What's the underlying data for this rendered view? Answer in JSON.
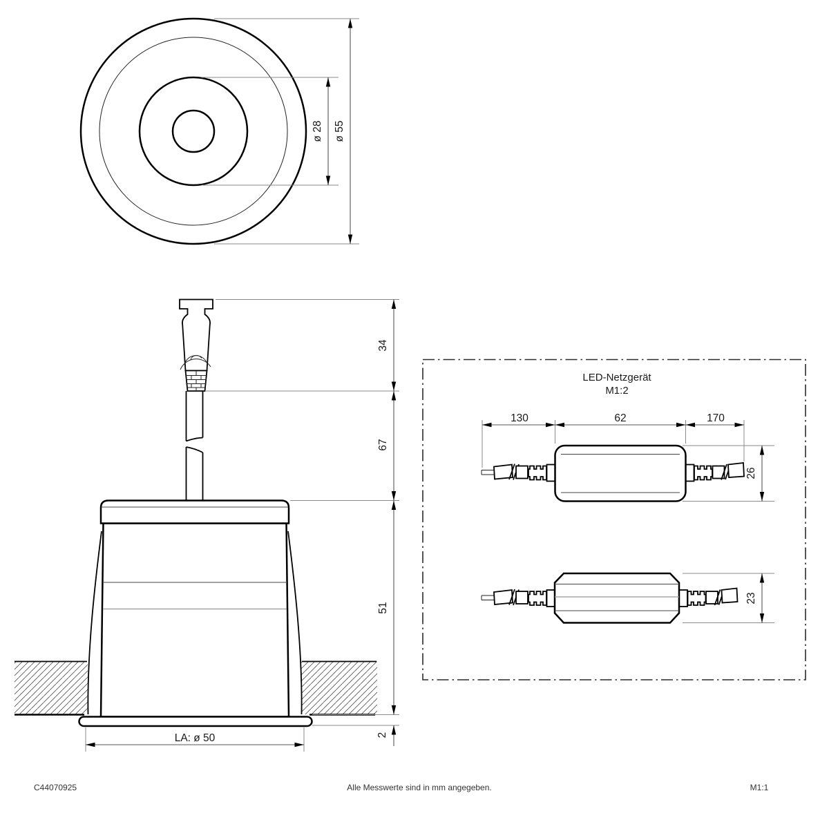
{
  "colors": {
    "line": "#000000",
    "dimension_line": "#555555",
    "extension_line": "#8a8a8a",
    "text": "#1a1a1a",
    "background": "#ffffff"
  },
  "top_view": {
    "label_inner_diameter": "ø 28",
    "label_outer_diameter": "ø 55"
  },
  "side_view": {
    "dim_plug_height": "34",
    "dim_cable_length": "67",
    "dim_body_height": "51",
    "dim_flange_thickness": "2",
    "dim_cutout": "LA: ø 50"
  },
  "psu_box": {
    "title": "LED-Netzgerät",
    "scale_label": "M1:2",
    "dim_input_cable": "130",
    "dim_body_length": "62",
    "dim_output_cable": "170",
    "dim_body_height": "26",
    "dim_body_depth": "23"
  },
  "footer": {
    "article_number": "C44070925",
    "note": "Alle Messwerte sind in mm angegeben.",
    "scale_label": "M1:1"
  }
}
